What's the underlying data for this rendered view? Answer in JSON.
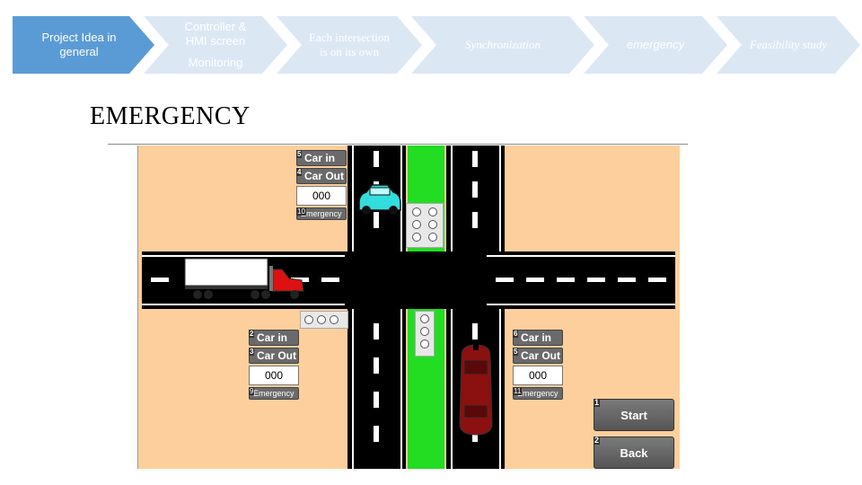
{
  "nav": {
    "steps": [
      {
        "label": "Project Idea in general"
      },
      {
        "label": "Controller & HMI screen",
        "sub": "Monitoring"
      },
      {
        "label": "Each intersection is on its own"
      },
      {
        "label": "Synchronization"
      },
      {
        "label": "emergency"
      },
      {
        "label": "Feasibility study"
      }
    ]
  },
  "page": {
    "title": "EMERGENCY"
  },
  "hmi": {
    "panels": [
      {
        "id_in": "5",
        "car_in": "Car in",
        "id_out": "4",
        "car_out": "Car Out",
        "count": "000",
        "id_emg": "10",
        "emergency": "Emergency"
      },
      {
        "id_in": "2",
        "car_in": "Car in",
        "id_out": "3",
        "car_out": "Car Out",
        "count": "000",
        "id_emg": "9",
        "emergency": "Emergency"
      },
      {
        "id_in": "6",
        "car_in": "Car in",
        "id_out": "5",
        "car_out": "Car Out",
        "count": "000",
        "id_emg": "11",
        "emergency": "Emergency"
      }
    ],
    "start": {
      "id": "1",
      "label": "Start"
    },
    "back": {
      "id": "2",
      "label": "Back"
    }
  },
  "colors": {
    "accent": "#5b9bd5",
    "inactive": "#dce7f4",
    "ground": "#fdcf9c",
    "green_lane": "#22dd22"
  }
}
